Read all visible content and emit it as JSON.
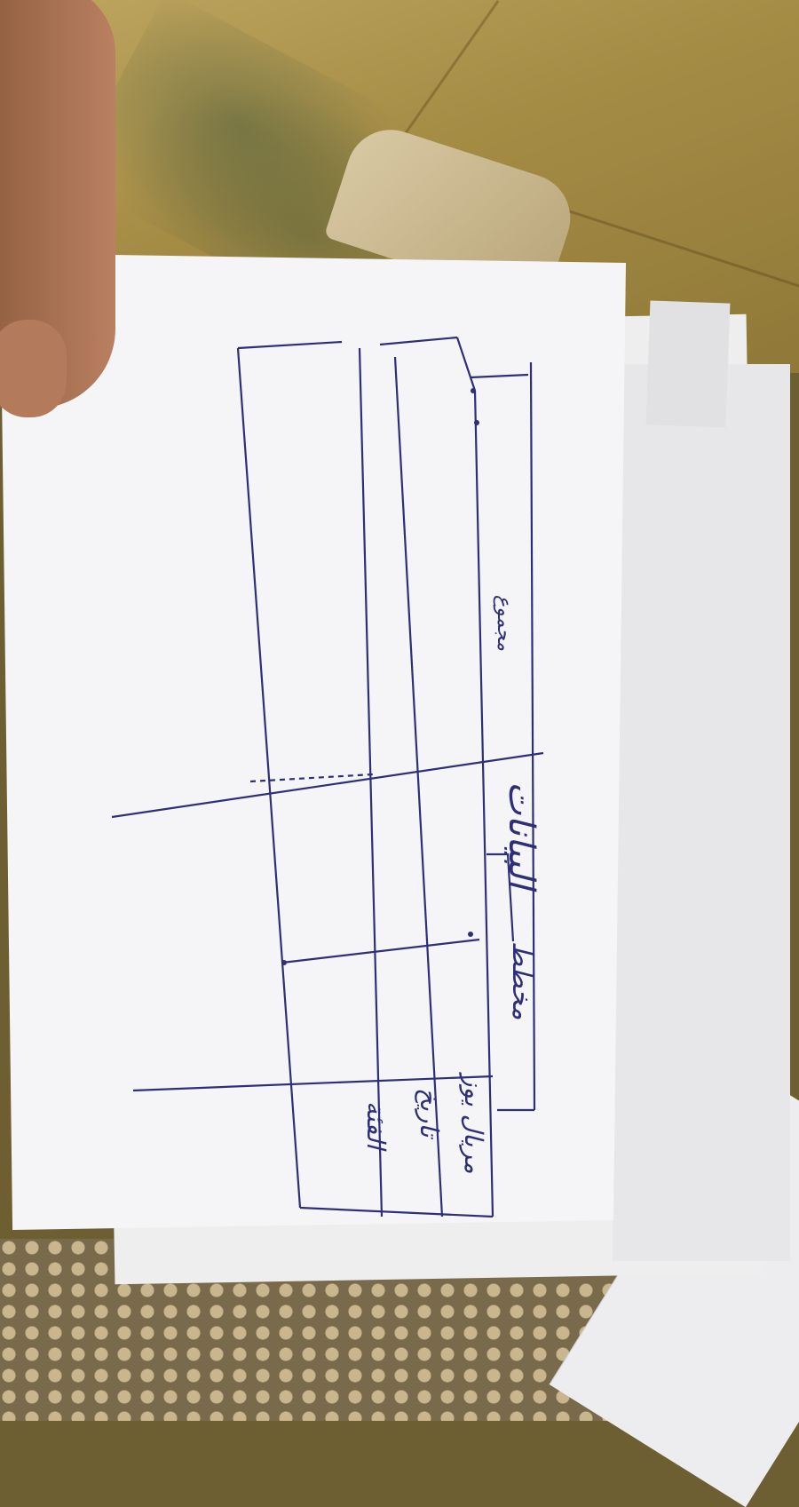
{
  "sketch": {
    "heading": "البيانات",
    "label_total": "مجموع",
    "label_reserved": "مخطط",
    "label_name": "مريال يوز",
    "label_date": "تاريخ",
    "label_notes": "الفئة"
  },
  "colors": {
    "ink": "#2e2f78",
    "paper": "#f5f5f7",
    "floor": "#a58c45"
  }
}
